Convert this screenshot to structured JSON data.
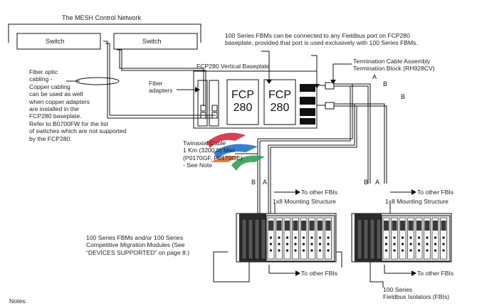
{
  "diagram": {
    "network_title": "The MESH Control Network",
    "switch_left": "Switch",
    "switch_right": "Switch",
    "fbm_note": "100 Series FBMs can be connected to any Fieldbus port on FCP280\nbaseplate, provided that port is used exclusively with 100 Series FBMs.",
    "baseplate_label": "FCP280 Vertical Baseplate",
    "term_cable_label": "Termination Cable Assembly\nTermination Block (RH928CV)",
    "fiber_note": "Fiber optic\ncabling -\nCopper cabling\ncan be used as well\nwhen copper adapters\nare installed in the\nFCP280 baseplate.\nRefer to B0700FW for the list\nof switches which are not supported\nby the FCP280.",
    "fiber_adapters_label": "Fiber\nadapters",
    "fcp_left": "FCP\n280",
    "fcp_right": "FCP\n280",
    "twinaxial_note": "Twinaxial Cable\n1 Km (3200 ft) Max\n(P0170GF, P0170GE)\n- See Note",
    "label_a": "A",
    "label_b": "B",
    "to_other_fbis": "To other FBIs",
    "mounting_structure": "1x8 Mounting Structure",
    "migration_note": "100 Series FBMs and/or 100 Series\nCompetitive Migration Modules (See\n“DEVICES SUPPORTED” on page 8.)",
    "fbi_label": "100 Series\nFieldbus Isolators (FBIs)",
    "notes": "Notes:"
  },
  "colors": {
    "line": "#111111",
    "port_fill": "#111111",
    "rack_fill": "#2b2b2b",
    "module_fill": "#eeeeee",
    "logo_red": "#d7263d",
    "logo_blue": "#1d6fc4",
    "logo_green": "#2e9e4f"
  }
}
